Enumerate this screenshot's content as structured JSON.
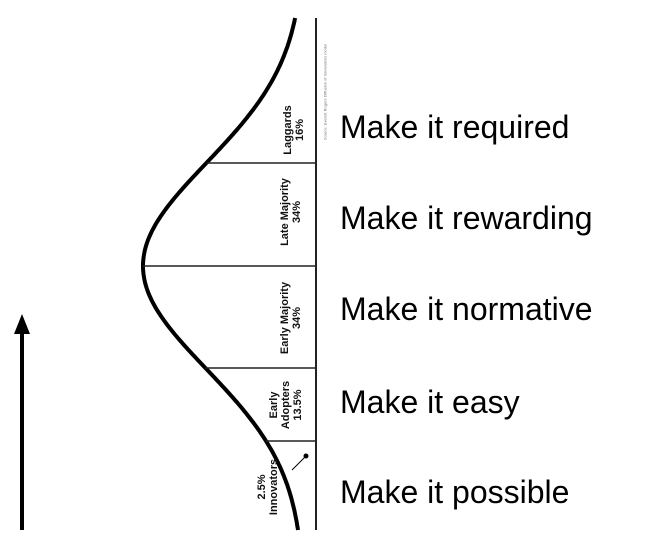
{
  "stages": [
    {
      "label": "Make it required"
    },
    {
      "label": "Make it rewarding"
    },
    {
      "label": "Make it normative"
    },
    {
      "label": "Make it easy"
    },
    {
      "label": "Make it possible"
    }
  ],
  "segments": [
    {
      "name": "Laggards",
      "pct": "16%"
    },
    {
      "name": "Late Majority",
      "pct": "34%"
    },
    {
      "name": "Early Majority",
      "pct": "34%"
    },
    {
      "name": "Early",
      "name2": "Adopters",
      "pct": "13.5%"
    },
    {
      "name": "Innovators",
      "pct": "2.5%"
    }
  ],
  "source": "Source: Everett Rogers Diffusion of Innovations model",
  "colors": {
    "ink": "#000000"
  }
}
